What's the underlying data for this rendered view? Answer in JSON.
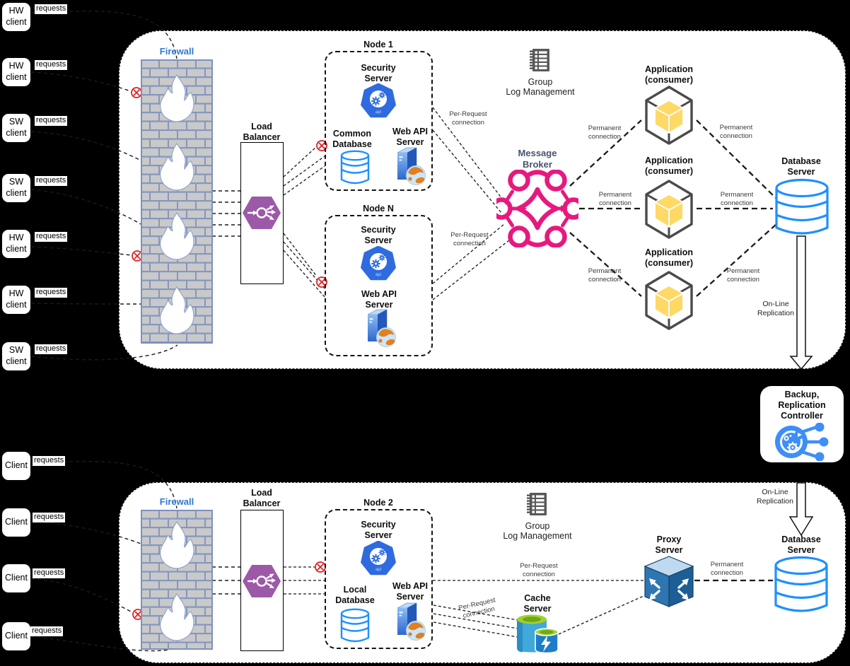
{
  "clients_top": [
    {
      "label": "HW client",
      "tag": "requests"
    },
    {
      "label": "HW client",
      "tag": "requests"
    },
    {
      "label": "SW client",
      "tag": "requests"
    },
    {
      "label": "SW client",
      "tag": "requests"
    },
    {
      "label": "HW client",
      "tag": "requests"
    },
    {
      "label": "HW client",
      "tag": "requests"
    },
    {
      "label": "SW client",
      "tag": "requests"
    }
  ],
  "clients_bottom": [
    {
      "label": "Client",
      "tag": "requests"
    },
    {
      "label": "Client",
      "tag": "requests"
    },
    {
      "label": "Client",
      "tag": "requests"
    },
    {
      "label": "Client",
      "tag": "requests"
    }
  ],
  "firewall_top": {
    "label": "Firewall"
  },
  "firewall_bottom": {
    "label": "Firewall"
  },
  "lb_top": {
    "label": "Load Balancer"
  },
  "lb_bottom": {
    "label": "Load Balancer"
  },
  "node1": {
    "title": "Node 1",
    "security": "Security Server",
    "database": "Common Database",
    "webapi": "Web API Server",
    "api": "api"
  },
  "nodeN": {
    "title": "Node N",
    "security": "Security Server",
    "webapi": "Web API Server",
    "api": "api"
  },
  "node2": {
    "title": "Node 2",
    "security": "Security Server",
    "database": "Local Database",
    "webapi": "Web API Server",
    "api": "api"
  },
  "log_top": {
    "line1": "Group",
    "line2": "Log Management"
  },
  "log_bottom": {
    "line1": "Group",
    "line2": "Log Management"
  },
  "broker": {
    "label": "Message Broker"
  },
  "apps": [
    {
      "label": "Application (consumer)"
    },
    {
      "label": "Application (consumer)"
    },
    {
      "label": "Application (consumer)"
    }
  ],
  "db_top": {
    "label": "Database Server"
  },
  "db_bottom": {
    "label": "Database Server"
  },
  "repl_top": {
    "label": "On-Line Replication"
  },
  "repl_bottom": {
    "label": "On-Line Replication"
  },
  "backup": {
    "line1": "Backup,",
    "line2": "Replication",
    "line3": "Controller"
  },
  "proxy": {
    "label": "Proxy Server"
  },
  "cache": {
    "label": "Cache Server"
  },
  "conn": {
    "per_request": "Per-Request connection",
    "permanent": "Permanent connection"
  },
  "colors": {
    "broker_pink": "#E6197E",
    "security_blue": "#2F6BDF",
    "database_blue": "#1E90FF",
    "loadbalancer_purple": "#9C59A8",
    "firewall_label_blue": "#2E77D0",
    "broker_label_navy": "#44546A",
    "app_cube_yellow": "#FFD966",
    "backup_blue": "#3E8EF7",
    "blocked_red": "#E02020",
    "log_gray": "#595959"
  }
}
